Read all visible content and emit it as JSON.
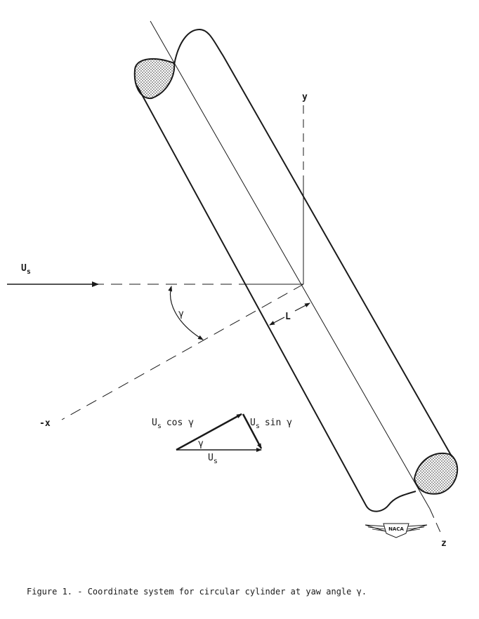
{
  "diagram": {
    "axis_labels": {
      "y": "y",
      "z": "z",
      "neg_x": "-x"
    },
    "flow_label": "U",
    "flow_subscript": "s",
    "yaw_angle_symbol": "γ",
    "distance_label": "L",
    "vector_triangle": {
      "hyp_prefix": "U",
      "hyp_subscript": "s",
      "hyp_suffix": "cos γ",
      "side_prefix": "U",
      "side_subscript": "s",
      "side_suffix": "sin γ",
      "angle": "γ",
      "base_prefix": "U",
      "base_subscript": "s"
    },
    "logo_text": "NACA"
  },
  "caption": "Figure 1. - Coordinate system for circular cylinder at yaw angle  γ."
}
